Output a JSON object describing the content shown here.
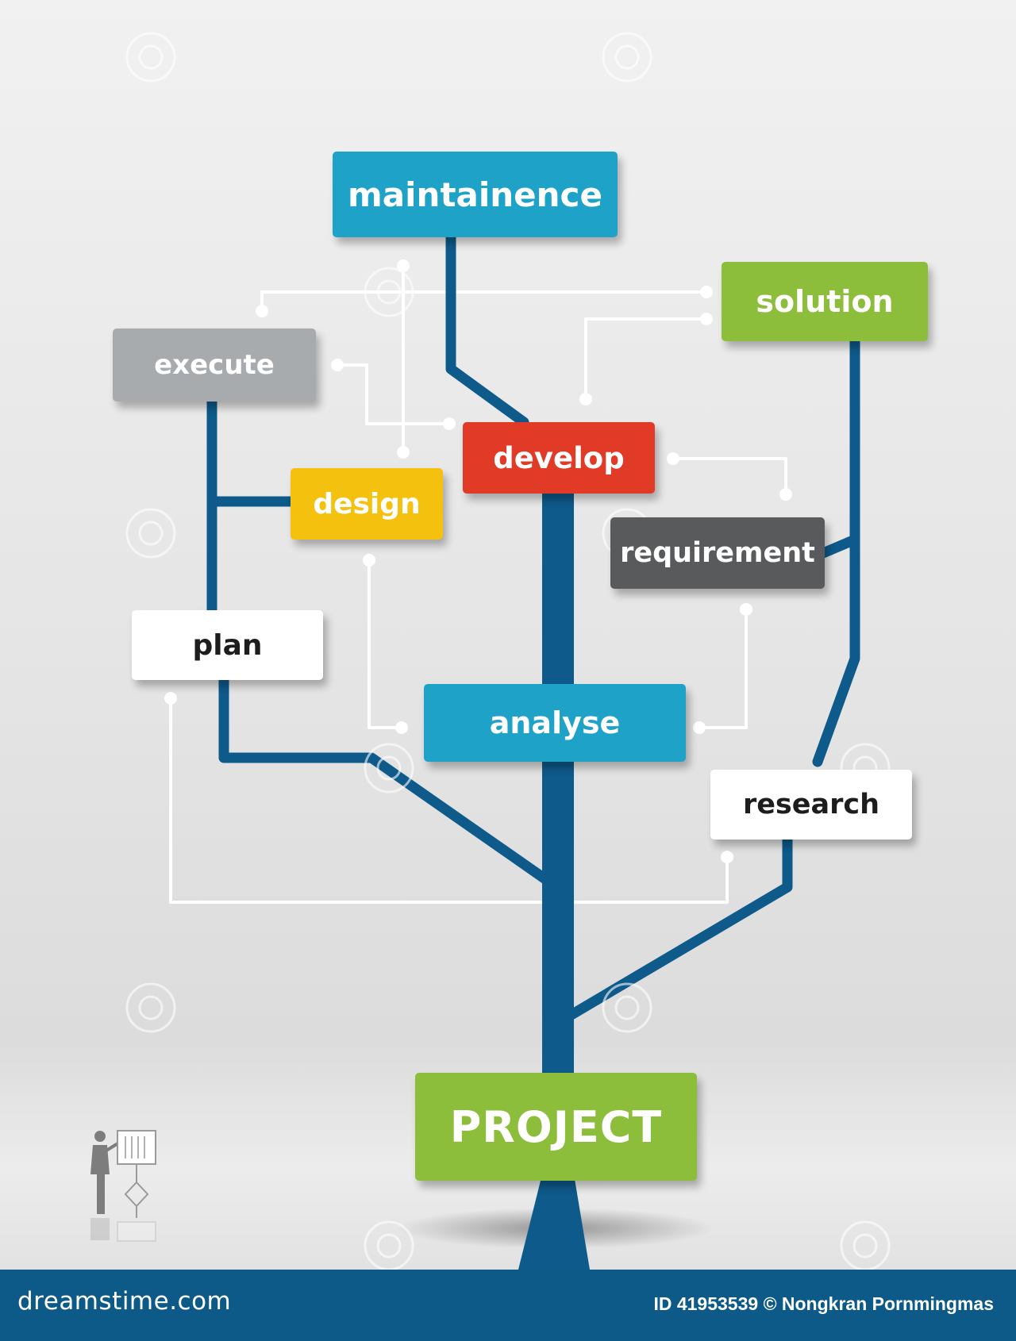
{
  "diagram": {
    "nodes": [
      {
        "id": "maintainence",
        "label": "maintainence",
        "color": "#1fa2c7"
      },
      {
        "id": "solution",
        "label": "solution",
        "color": "#8dbe3b"
      },
      {
        "id": "execute",
        "label": "execute",
        "color": "#a7abad"
      },
      {
        "id": "develop",
        "label": "develop",
        "color": "#e13a26"
      },
      {
        "id": "design",
        "label": "design",
        "color": "#f5c10f"
      },
      {
        "id": "requirement",
        "label": "requirement",
        "color": "#585a5c"
      },
      {
        "id": "plan",
        "label": "plan",
        "color": "#ffffff"
      },
      {
        "id": "analyse",
        "label": "analyse",
        "color": "#1fa2c7"
      },
      {
        "id": "research",
        "label": "research",
        "color": "#ffffff"
      },
      {
        "id": "project",
        "label": "PROJECT",
        "color": "#8dbe3b"
      }
    ],
    "trunk_color": "#0e5a8a",
    "connector_color": "#ffffff"
  },
  "footer": {
    "brand": "dreamstime.com",
    "credit": "ID 41953539 © Nongkran Pornmingmas"
  },
  "icons": [
    "presenter-icon",
    "dreamstime-swirl-icon"
  ]
}
